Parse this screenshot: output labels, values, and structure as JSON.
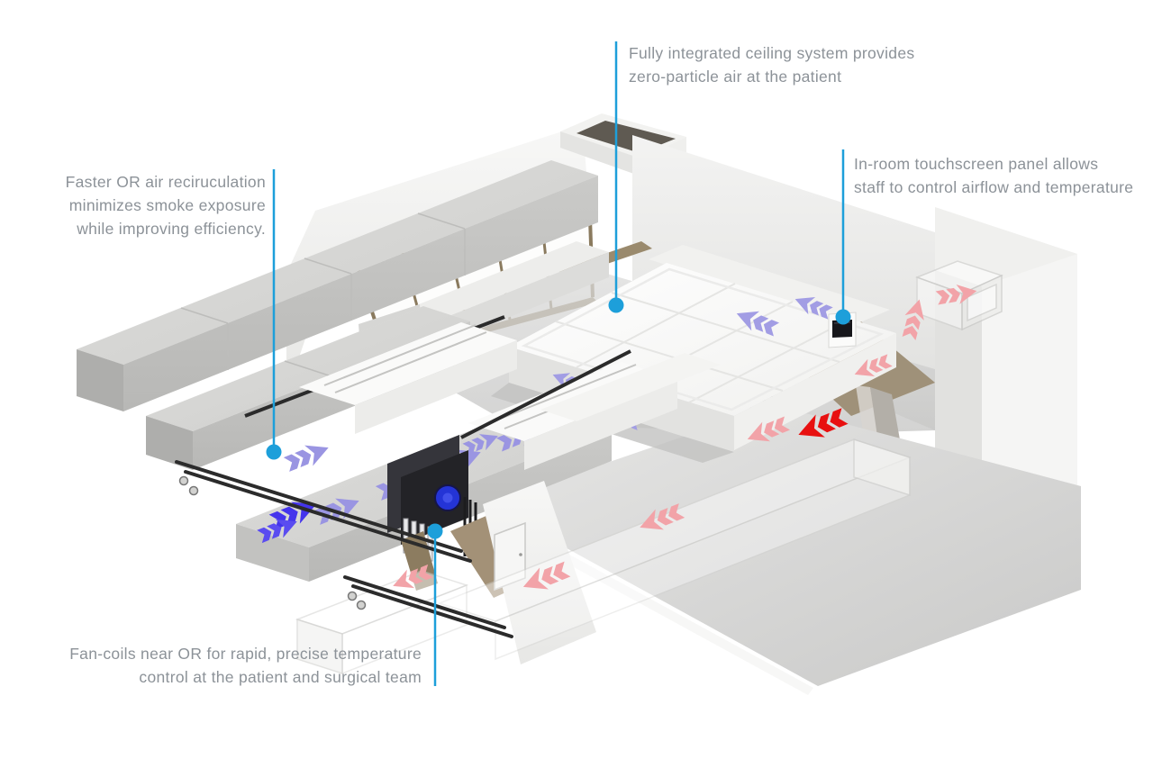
{
  "figure": {
    "type": "isometric-cutaway-illustration",
    "subject": "Operating room HVAC airflow system"
  },
  "callouts": [
    {
      "id": "ceiling-system",
      "line1": "Fully integrated ceiling system provides",
      "line2": "zero-particle air at the patient"
    },
    {
      "id": "recirculation",
      "line1": "Faster OR air reciruculation",
      "line2": "minimizes smoke exposure",
      "line3": "while improving efficiency."
    },
    {
      "id": "touchscreen",
      "line1": "In-room touchscreen panel allows",
      "line2": "staff to control airflow and temperature"
    },
    {
      "id": "fan-coils",
      "line1": "Fan-coils near OR for rapid, precise temperature",
      "line2": "control at the patient and surgical team"
    }
  ],
  "colors": {
    "callout_accent": "#1d9fda",
    "callout_text": "#8c9298",
    "supply_air": "#9a95e2",
    "supply_air_deep": "#4434ec",
    "return_air": "#f2a3a8",
    "return_air_hot": "#e81010",
    "concrete": "#d2d2d0",
    "wood_brown": "#a39177"
  }
}
